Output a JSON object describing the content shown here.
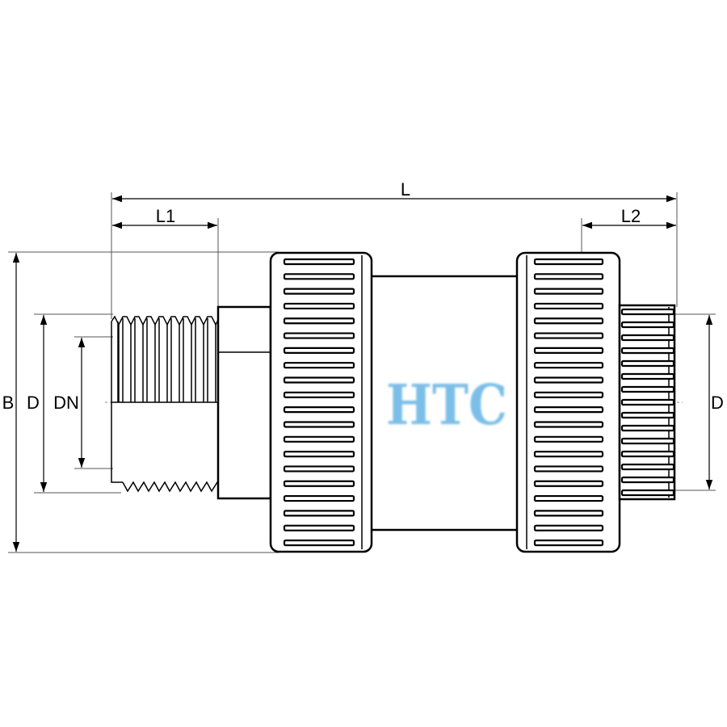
{
  "labels": {
    "L": "L",
    "L1": "L1",
    "L2": "L2",
    "B": "B",
    "D_left": "D",
    "DN": "DN",
    "D_right": "D"
  },
  "watermark": "HTC",
  "colors": {
    "line": "#000000",
    "extension_line": "#555555",
    "watermark": "#5aaee2"
  }
}
